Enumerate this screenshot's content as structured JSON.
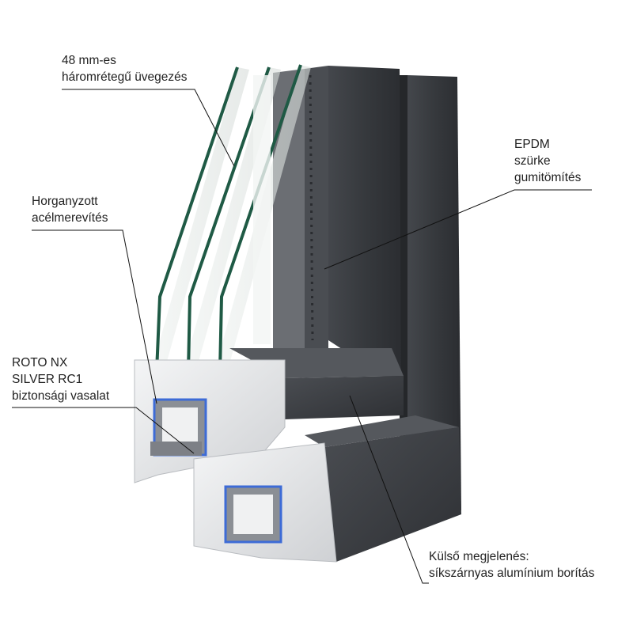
{
  "labels": {
    "glazing": {
      "line1": "48 mm-es",
      "line2": "háromrétegű üvegezés"
    },
    "steel": {
      "line1": "Horganyzott",
      "line2": "acélmerevítés"
    },
    "hardware": {
      "line1": "ROTO NX",
      "line2": "SILVER RC1",
      "line3": "biztonsági vasalat"
    },
    "gasket": {
      "line1": "EPDM",
      "line2": "szürke",
      "line3": "gumitömítés"
    },
    "exterior": {
      "line1": "Külső megjelenés:",
      "line2": "síkszárnyas alumínium borítás"
    }
  },
  "colors": {
    "aluminium": "#3a3c40",
    "aluminium_dark": "#2a2c30",
    "pvc": "#e6e7e9",
    "glass_edge": "#1f5a45",
    "seal_blue": "#3d6bd6",
    "leader": "#111111"
  }
}
